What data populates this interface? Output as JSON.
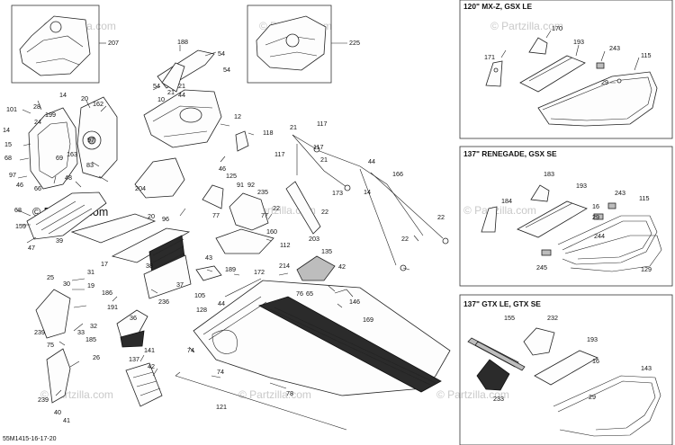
{
  "diagram_code": "55M1415-16-17-20",
  "watermark": "© Partzilla.com",
  "watermark_logo": "© Partzilla.com",
  "insets": [
    {
      "title": "120\" MX-Z, GSX LE",
      "labels": [
        "170",
        "171",
        "193",
        "243",
        "115",
        "29"
      ]
    },
    {
      "title": "137\" RENEGADE, GSX SE",
      "labels": [
        "183",
        "184",
        "193",
        "243",
        "115",
        "16",
        "29",
        "244",
        "245",
        "129"
      ]
    },
    {
      "title": "137\" GTX LE, GTX SE",
      "labels": [
        "155",
        "232",
        "193",
        "16",
        "143",
        "29",
        "233"
      ]
    }
  ],
  "callouts": {
    "n207": "207",
    "n188": "188",
    "n225": "225",
    "n54a": "54",
    "n54b": "54",
    "n54c": "54",
    "n21a": "21",
    "n21b": "21",
    "n44a": "44",
    "n44b": "44",
    "n10": "10",
    "n12": "12",
    "n118": "118",
    "n46": "46",
    "n14a": "14",
    "n20a": "20",
    "n162": "162",
    "n101": "101",
    "n28": "28",
    "n199": "199",
    "n97a": "97",
    "n24": "24",
    "n15": "15",
    "n163": "163",
    "n68a": "68",
    "n69": "69",
    "n97b": "97",
    "n83": "83",
    "n48": "48",
    "n46b": "46",
    "n66": "66",
    "n68b": "68",
    "n159": "159",
    "n47": "47",
    "n39": "39",
    "n20b": "20",
    "n96": "96",
    "n204": "204",
    "n125": "125",
    "n91": "91",
    "n92": "92",
    "n235": "235",
    "n77a": "77",
    "n77b": "77",
    "n22a": "22",
    "n22b": "22",
    "n117a": "117",
    "n117b": "117",
    "n21c": "21",
    "n117c": "117",
    "n21d": "21",
    "n173": "173",
    "n14b": "14",
    "n166": "166",
    "n22c": "22",
    "n22d": "22",
    "n203": "203",
    "n160": "160",
    "n112": "112",
    "n17": "17",
    "n38": "38",
    "n37": "37",
    "n236": "236",
    "n43": "43",
    "n189": "189",
    "n172": "172",
    "n214": "214",
    "n135": "135",
    "n42a": "42",
    "n25": "25",
    "n31": "31",
    "n30": "30",
    "n19": "19",
    "n186": "186",
    "n191": "191",
    "n32": "32",
    "n33": "33",
    "n185": "185",
    "n239a": "239",
    "n75": "75",
    "n26": "26",
    "n239b": "239",
    "n36": "36",
    "n141": "141",
    "n137": "137",
    "n42b": "42",
    "n105": "105",
    "n128": "128",
    "n44c": "44",
    "n76": "76",
    "n65": "65",
    "n146": "146",
    "n169": "169",
    "n74a": "74",
    "n74b": "74",
    "n78": "78",
    "n121": "121",
    "n40": "40",
    "n41": "41",
    "n29": "29"
  }
}
